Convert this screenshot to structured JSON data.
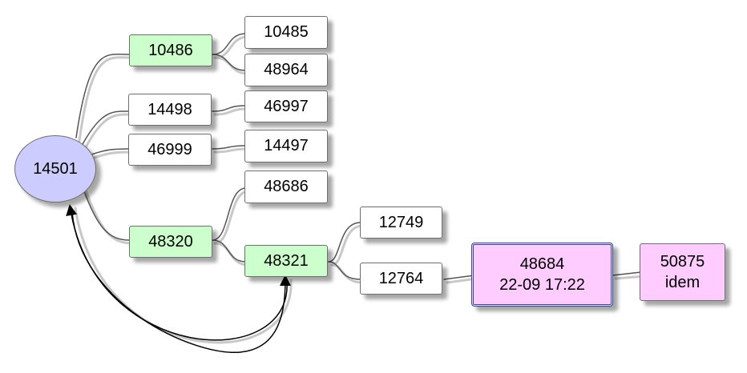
{
  "nodes": {
    "n14501": {
      "label": "14501",
      "color": "#ccccff"
    },
    "n10486": {
      "label": "10486",
      "color": "#ccffcc"
    },
    "n10485": {
      "label": "10485",
      "color": "#ffffff"
    },
    "n48964": {
      "label": "48964",
      "color": "#ffffff"
    },
    "n14498": {
      "label": "14498",
      "color": "#ffffff"
    },
    "n46997": {
      "label": "46997",
      "color": "#ffffff"
    },
    "n46999": {
      "label": "46999",
      "color": "#ffffff"
    },
    "n14497": {
      "label": "14497",
      "color": "#ffffff"
    },
    "n48686": {
      "label": "48686",
      "color": "#ffffff"
    },
    "n48320": {
      "label": "48320",
      "color": "#ccffcc"
    },
    "n48321": {
      "label": "48321",
      "color": "#ccffcc"
    },
    "n12749": {
      "label": "12749",
      "color": "#ffffff"
    },
    "n12764": {
      "label": "12764",
      "color": "#ffffff"
    },
    "n48684": {
      "label": "48684",
      "sublabel": "22-09 17:22",
      "color": "#ffccff"
    },
    "n50875": {
      "label": "50875",
      "sublabel": "idem",
      "color": "#ffccff"
    }
  }
}
